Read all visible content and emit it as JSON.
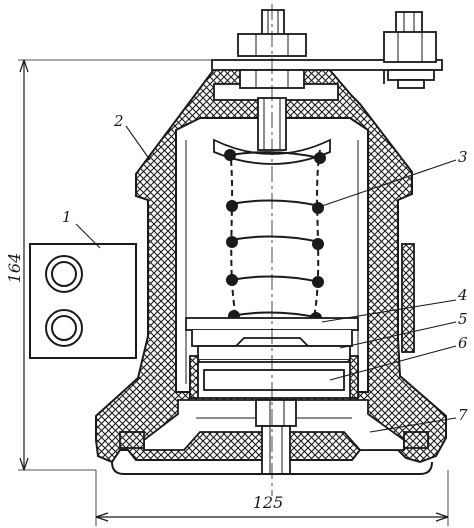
{
  "dimensions": {
    "height_label": "164",
    "width_label": "125"
  },
  "callouts": [
    {
      "label": "1"
    },
    {
      "label": "2"
    },
    {
      "label": "3"
    },
    {
      "label": "4"
    },
    {
      "label": "5"
    },
    {
      "label": "6"
    },
    {
      "label": "7"
    }
  ],
  "colors": {
    "ink": "#1a1a1a",
    "paper": "#ffffff"
  }
}
